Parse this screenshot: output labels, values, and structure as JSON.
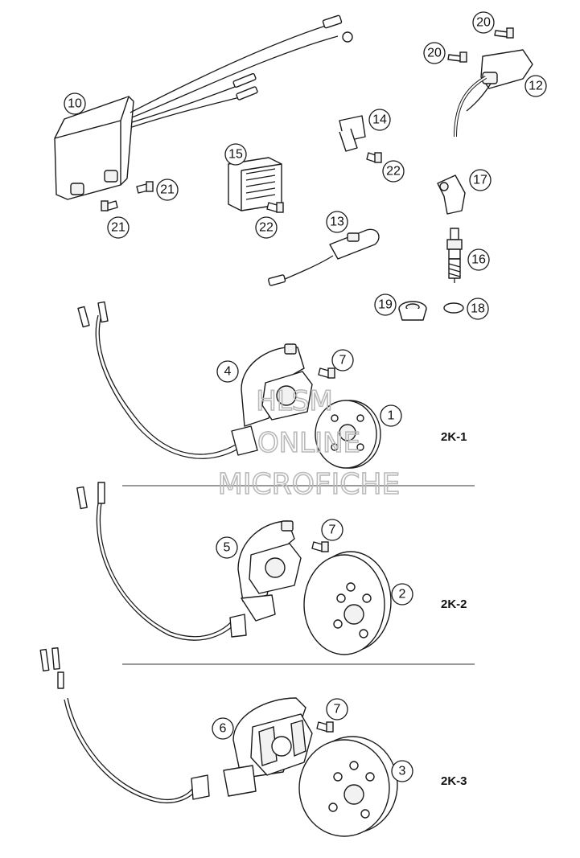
{
  "callouts": [
    {
      "id": "10",
      "label": "10"
    },
    {
      "id": "20a",
      "label": "20"
    },
    {
      "id": "20b",
      "label": "20"
    },
    {
      "id": "12",
      "label": "12"
    },
    {
      "id": "14",
      "label": "14"
    },
    {
      "id": "15",
      "label": "15"
    },
    {
      "id": "21a",
      "label": "21"
    },
    {
      "id": "21b",
      "label": "21"
    },
    {
      "id": "22a",
      "label": "22"
    },
    {
      "id": "22b",
      "label": "22"
    },
    {
      "id": "17",
      "label": "17"
    },
    {
      "id": "13",
      "label": "13"
    },
    {
      "id": "16",
      "label": "16"
    },
    {
      "id": "19",
      "label": "19"
    },
    {
      "id": "18",
      "label": "18"
    },
    {
      "id": "4",
      "label": "4"
    },
    {
      "id": "7a",
      "label": "7"
    },
    {
      "id": "1",
      "label": "1"
    },
    {
      "id": "5",
      "label": "5"
    },
    {
      "id": "7b",
      "label": "7"
    },
    {
      "id": "2",
      "label": "2"
    },
    {
      "id": "6",
      "label": "6"
    },
    {
      "id": "7c",
      "label": "7"
    },
    {
      "id": "3",
      "label": "3"
    }
  ],
  "variants": [
    "2K-1",
    "2K-2",
    "2K-3"
  ],
  "watermark": {
    "line1": "HLSM",
    "line2": "ONLINE",
    "line3": "MICROFICHE"
  }
}
